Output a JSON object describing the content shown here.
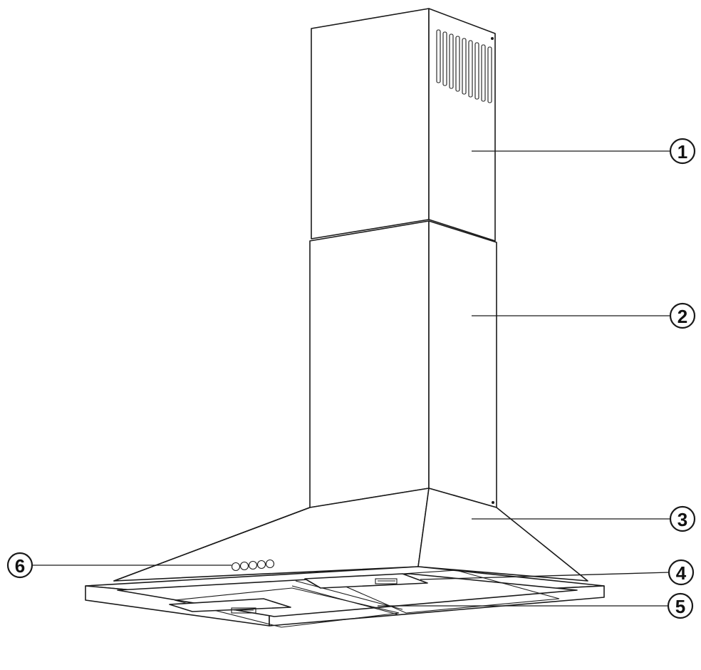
{
  "diagram": {
    "callouts": [
      {
        "id": "1",
        "number": "1"
      },
      {
        "id": "2",
        "number": "2"
      },
      {
        "id": "3",
        "number": "3"
      },
      {
        "id": "4",
        "number": "4"
      },
      {
        "id": "5",
        "number": "5"
      },
      {
        "id": "6",
        "number": "6"
      }
    ]
  },
  "colors": {
    "line": "#1a1a1a",
    "background": "#ffffff"
  }
}
